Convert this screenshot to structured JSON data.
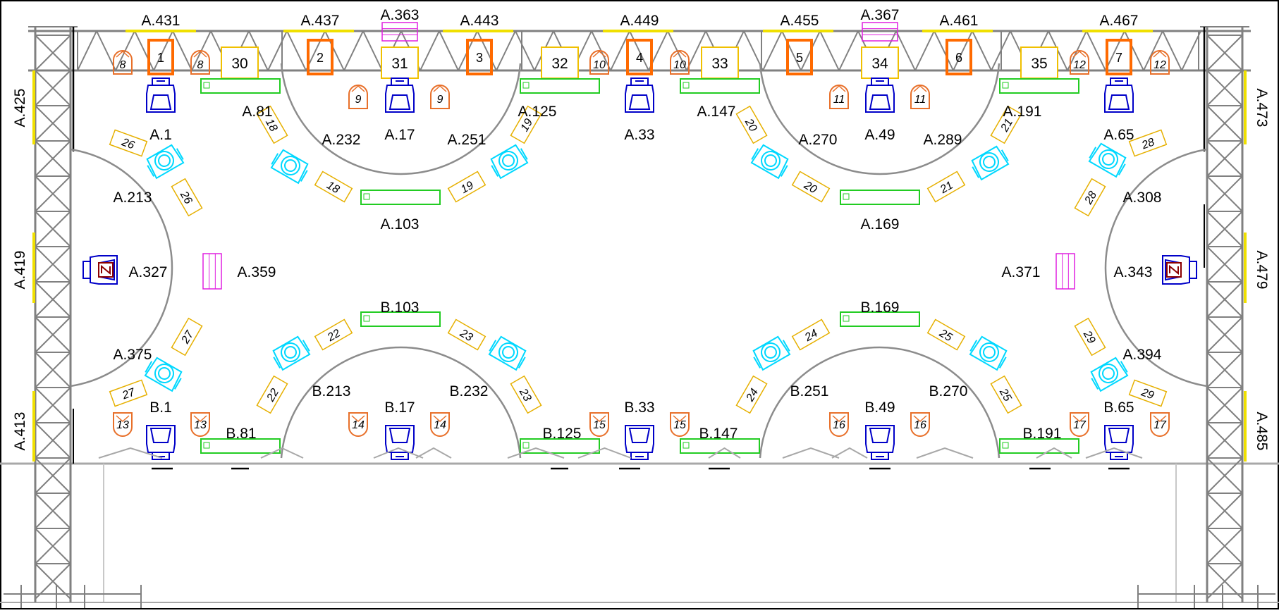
{
  "plot": {
    "colors": {
      "truss": "#808080",
      "spot": "#0000c8",
      "wash": "#00d8ff",
      "par": "#e8702a",
      "blinder": "#ff6a00",
      "strobe": "#f0c000",
      "led_bar": "#22cc22",
      "hazer": "#e020e0",
      "pin": "#f0e000"
    },
    "icons": [
      "moving-head-spot-icon",
      "moving-head-wash-icon",
      "par-can-icon",
      "blinder-icon",
      "strobe-icon",
      "led-bar-icon",
      "hazer-icon",
      "truss-icon"
    ],
    "truss_labels": [
      "A.425",
      "A.419",
      "A.413",
      "A.473",
      "A.479",
      "A.485"
    ],
    "labels": [
      {
        "t": "A.431"
      },
      {
        "t": "A.437"
      },
      {
        "t": "A.363"
      },
      {
        "t": "A.443"
      },
      {
        "t": "A.449"
      },
      {
        "t": "A.455"
      },
      {
        "t": "A.367"
      },
      {
        "t": "A.461"
      },
      {
        "t": "A.467"
      },
      {
        "t": "A.81"
      },
      {
        "t": "A.1"
      },
      {
        "t": "A.232"
      },
      {
        "t": "A.17"
      },
      {
        "t": "A.251"
      },
      {
        "t": "A.125"
      },
      {
        "t": "A.33"
      },
      {
        "t": "A.147"
      },
      {
        "t": "A.270"
      },
      {
        "t": "A.49"
      },
      {
        "t": "A.289"
      },
      {
        "t": "A.191"
      },
      {
        "t": "A.65"
      },
      {
        "t": "A.213"
      },
      {
        "t": "A.103"
      },
      {
        "t": "A.169"
      },
      {
        "t": "A.308"
      },
      {
        "t": "A.327"
      },
      {
        "t": "A.359"
      },
      {
        "t": "A.371"
      },
      {
        "t": "A.343"
      },
      {
        "t": "B.103"
      },
      {
        "t": "B.169"
      },
      {
        "t": "A.375"
      },
      {
        "t": "A.394"
      },
      {
        "t": "B.213"
      },
      {
        "t": "B.232"
      },
      {
        "t": "B.251"
      },
      {
        "t": "B.270"
      },
      {
        "t": "B.1"
      },
      {
        "t": "B.17"
      },
      {
        "t": "B.33"
      },
      {
        "t": "B.49"
      },
      {
        "t": "B.65"
      },
      {
        "t": "B.81"
      },
      {
        "t": "B.125"
      },
      {
        "t": "B.147"
      },
      {
        "t": "B.191"
      }
    ],
    "blinders": [
      "1",
      "2",
      "3",
      "4",
      "5",
      "6",
      "7"
    ],
    "strobes": [
      "30",
      "31",
      "32",
      "33",
      "34",
      "35"
    ],
    "pars": [
      "8",
      "8",
      "9",
      "9",
      "10",
      "10",
      "11",
      "11",
      "12",
      "12",
      "13",
      "13",
      "14",
      "14",
      "15",
      "15",
      "16",
      "16",
      "17",
      "17"
    ],
    "bars": [
      "18",
      "18",
      "19",
      "19",
      "20",
      "20",
      "21",
      "21",
      "26",
      "26",
      "28",
      "28",
      "22",
      "22",
      "23",
      "23",
      "24",
      "24",
      "25",
      "25",
      "27",
      "27",
      "29",
      "29"
    ]
  }
}
